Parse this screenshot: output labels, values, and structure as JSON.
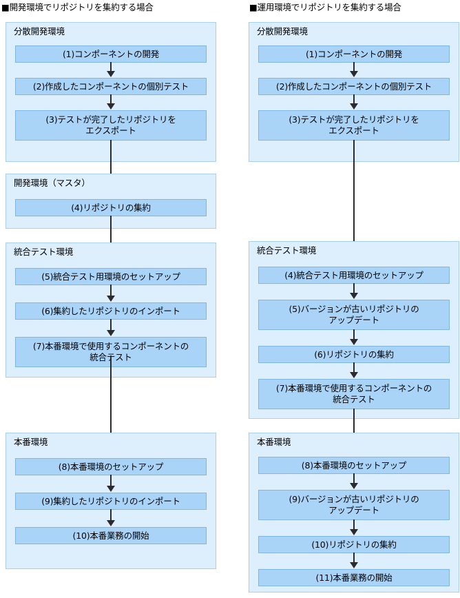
{
  "columns": [
    {
      "title": "■開発環境でリポジトリを集約する場合",
      "groups": [
        {
          "label": "分散開発環境",
          "steps": [
            {
              "text": "(1)コンポーネントの開発"
            },
            {
              "text": "(2)作成したコンポーネントの個別テスト"
            },
            {
              "line1": "(3)テストが完了したリポジトリを",
              "line2": "エクスポート"
            }
          ]
        },
        {
          "label": "開発環境（マスタ）",
          "steps": [
            {
              "text": "(4)リポジトリの集約"
            }
          ]
        },
        {
          "label": "統合テスト環境",
          "steps": [
            {
              "text": "(5)統合テスト用環境のセットアップ"
            },
            {
              "text": "(6)集約したリポジトリのインポート"
            },
            {
              "line1": "(7)本番環境で使用するコンポーネントの",
              "line2": "統合テスト"
            }
          ]
        },
        {
          "label": "本番環境",
          "steps": [
            {
              "text": "(8)本番環境のセットアップ"
            },
            {
              "text": "(9)集約したリポジトリのインポート"
            },
            {
              "text": "(10)本番業務の開始"
            }
          ]
        }
      ]
    },
    {
      "title": "■運用環境でリポジトリを集約する場合",
      "groups": [
        {
          "label": "分散開発環境",
          "steps": [
            {
              "text": "(1)コンポーネントの開発"
            },
            {
              "text": "(2)作成したコンポーネントの個別テスト"
            },
            {
              "line1": "(3)テストが完了したリポジトリを",
              "line2": "エクスポート"
            }
          ]
        },
        {
          "label": "統合テスト環境",
          "steps": [
            {
              "text": "(4)統合テスト用環境のセットアップ"
            },
            {
              "line1": "(5)バージョンが古いリポジトリの",
              "line2": "アップデート"
            },
            {
              "text": "(6)リポジトリの集約"
            },
            {
              "line1": "(7)本番環境で使用するコンポーネントの",
              "line2": "統合テスト"
            }
          ]
        },
        {
          "label": "本番環境",
          "steps": [
            {
              "text": "(8)本番環境のセットアップ"
            },
            {
              "line1": "(9)バージョンが古いリポジトリの",
              "line2": "アップデート"
            },
            {
              "text": "(10)リポジトリの集約"
            },
            {
              "text": "(11)本番業務の開始"
            }
          ]
        }
      ]
    }
  ],
  "colors": {
    "group_fill": "#ddeefc",
    "group_border": "#a8cfee",
    "step_fill": "#a9d3f7",
    "step_border": "#7fb6e4",
    "arrow": "#2b2b2b",
    "text": "#000000",
    "background": "#ffffff"
  }
}
